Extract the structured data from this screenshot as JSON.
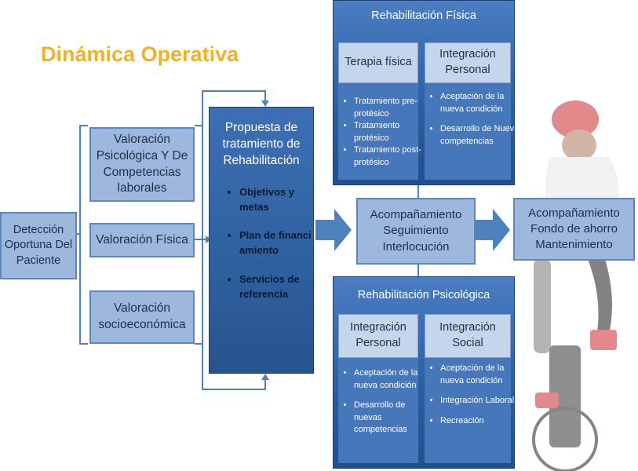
{
  "title": "Dinámica Operativa",
  "deteccion": "Detección Oportuna Del Paciente",
  "valoraciones": [
    "Valoración Psicológica Y De Competencias laborales",
    "Valoración Física",
    "Valoración socioeconómica"
  ],
  "propuesta": {
    "title": "Propuesta de tratamiento de Rehabilitación",
    "items": [
      "Objetivos y metas",
      "Plan de financiamiento",
      "Servicios de referencia"
    ]
  },
  "rehab_fisica": {
    "title": "Rehabilitación Física",
    "col1": {
      "head": "Terapia física",
      "items": [
        "Tratamiento pre-protésico",
        "Tratamiento protésico",
        "Tratamiento post-protésico"
      ]
    },
    "col2": {
      "head": "Integración Personal",
      "items": [
        "Aceptación de la nueva condición",
        "Desarrollo de Nuevas competencias"
      ]
    }
  },
  "acompanamiento1": "Acompañamiento Seguimiento Interlocución",
  "acompanamiento2": "Acompañamiento Fondo de ahorro Mantenimiento",
  "rehab_psico": {
    "title": "Rehabilitación Psicológica",
    "col1": {
      "head": "Integración Personal",
      "items": [
        "Aceptación de la nueva condición",
        "Desarrollo de nuevas competencias"
      ]
    },
    "col2": {
      "head": "Integración Social",
      "items": [
        "Aceptación de la nueva condición",
        "Integración Laboral",
        "Recreación"
      ]
    }
  },
  "colors": {
    "title": "#f4b223",
    "light_box": "#9db8dc",
    "dark_box": "#2c5fa3",
    "connector": "#4f81bd"
  }
}
